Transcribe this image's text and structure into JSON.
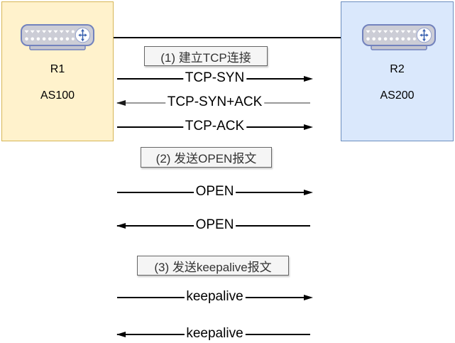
{
  "nodes": [
    {
      "name": "R1",
      "as": "AS100",
      "icon": "router-icon"
    },
    {
      "name": "R2",
      "as": "AS200",
      "icon": "router-icon"
    }
  ],
  "phases": [
    {
      "label": "(1) 建立TCP连接"
    },
    {
      "label": "(2) 发送OPEN报文"
    },
    {
      "label": "(3) 发送keepalive报文"
    }
  ],
  "messages": [
    {
      "label": "TCP-SYN",
      "direction": "right",
      "line_color": "#000000",
      "head_color": "#000000"
    },
    {
      "label": "TCP-SYN+ACK",
      "direction": "left",
      "line_color": "#999999",
      "head_color": "#1a1a1a"
    },
    {
      "label": "TCP-ACK",
      "direction": "right",
      "line_color": "#000000",
      "head_color": "#000000"
    },
    {
      "label": "OPEN",
      "direction": "right",
      "line_color": "#000000",
      "head_color": "#000000"
    },
    {
      "label": "OPEN",
      "direction": "left",
      "line_color": "#000000",
      "head_color": "#000000"
    },
    {
      "label": "keepalive",
      "direction": "right",
      "line_color": "#000000",
      "head_color": "#000000"
    },
    {
      "label": "keepalive",
      "direction": "left",
      "line_color": "#000000",
      "head_color": "#000000"
    }
  ],
  "colors": {
    "left_node_fill": "#FFF2CC",
    "left_node_border": "#D6B656",
    "right_node_fill": "#DAE8FC",
    "right_node_border": "#6C8EBF",
    "phase_fill": "#F5F5F5",
    "phase_border": "#666666",
    "link_line": "#000000"
  }
}
